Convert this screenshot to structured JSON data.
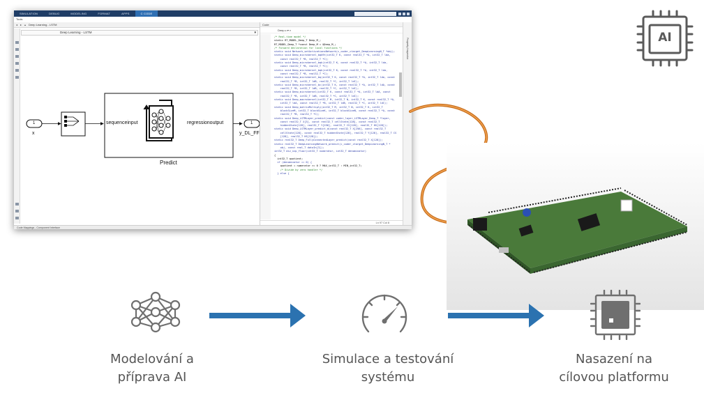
{
  "ribbon": {
    "tabs": [
      "SIMULATION",
      "DEBUG",
      "MODELING",
      "FORMAT",
      "APPS",
      "C CODE"
    ]
  },
  "model": {
    "window_label": "Tools",
    "breadcrumb": "Deep Learning - LSTM",
    "path": "Deep Learning - LSTM",
    "inport": {
      "number": "1",
      "signal": "x"
    },
    "subsystem": {
      "port_in": "sequenceinput",
      "port_out": "regressionoutput",
      "name": "Predict"
    },
    "outport": {
      "number": "1",
      "signal": "y_DL_FFN"
    }
  },
  "code_view": {
    "title": "Code",
    "file_selector": "Deep.c",
    "status": "Ln 97   Col 8",
    "side_panel_label": "Property Inspector",
    "lines": [
      {
        "t": "/* Real-time model */",
        "c": "cm"
      },
      {
        "t": "static RT_MODEL_Deep_T Deep_M_;",
        "c": ""
      },
      {
        "t": "RT_MODEL_Deep_T *const Deep_M = &Deep_M_;",
        "c": ""
      },
      {
        "t": "",
        "c": ""
      },
      {
        "t": "/* Forward declaration for local functions */",
        "c": "cm"
      },
      {
        "t": "static void Network_setActivationsNetwork(c_coder_ctarget_DeepLearningN_T *obj);",
        "c": "kw"
      },
      {
        "t": "static void Deep_microkernel_bqk9t(int32_T K, const real32_T *A, int32_T lda,",
        "c": "kw"
      },
      {
        "t": "    const real32_T *B, real32_T *C);",
        "c": "kw"
      },
      {
        "t": "static void Deep_microkernel_bqk(int32_T K, const real32_T *A, int32_T lda,",
        "c": "kw"
      },
      {
        "t": "    const real32_T *B, real32_T *C);",
        "c": "kw"
      },
      {
        "t": "static void Deep_microkernel_bqk(int32_T K, const real32_T *A, int32_T lda,",
        "c": "kw"
      },
      {
        "t": "    const real32_T *B, real32_T *C);",
        "c": "kw"
      },
      {
        "t": "static void Deep_microkernel_bq(int32_T K, const real32_T *A, int32_T lda, const",
        "c": "kw"
      },
      {
        "t": "    real32_T *B, int32_T ldB, real32_T *C, int32_T ldC);",
        "c": "kw"
      },
      {
        "t": "static void Deep_microkernel_bc(int32_T K, const real32_T *A, int32_T ldA, const",
        "c": "kw"
      },
      {
        "t": "    real32_T *B, int32_T ldB, real32_T *C, int32_T ldC);",
        "c": "kw"
      },
      {
        "t": "static void Deep_microkernel(int32_T K, const real32_T *A, int32_T ldA, const",
        "c": "kw"
      },
      {
        "t": "    real32_T *B, int32_T ldB, real32_T *C, int32_T ldC);",
        "c": "kw"
      },
      {
        "t": "static void Deep_macrokernel(int32_T M, int32_T N, int32_T K, const real32_T *A,",
        "c": "kw"
      },
      {
        "t": "    int32_T ldA, const real32_T *B, int32_T ldB, real32_T *C, int32_T ldC);",
        "c": "kw"
      },
      {
        "t": "static void Deep_matrixMultiply(int32_T M, int32_T N, int32_T K, int32_T",
        "c": "kw"
      },
      {
        "t": "    blockSizeM, int32_T blockSizeK, int32_T blockSizeN, const real32_T *A, const",
        "c": "kw"
      },
      {
        "t": "    real32_T *B, real32_T *C);",
        "c": "kw"
      },
      {
        "t": "static void Deep_LSTMLayer_predict(const coder_layer_LSTMLayer_Deep_T *layer,",
        "c": "kw"
      },
      {
        "t": "    const real32_T X[3], const real32_T cellState[128], const real32_T",
        "c": "kw"
      },
      {
        "t": "    hiddenState[128], real32_T Y[256], real32_T CS[128], real32_T HS[128]);",
        "c": "kw"
      },
      {
        "t": "static void Deep_LSTMLayer_predict_d(const real32_T X[256], const real32_T",
        "c": "kw"
      },
      {
        "t": "    cellState[128], const real32_T hiddenState[128], real32_T Y[128], real32_T CS",
        "c": "kw"
      },
      {
        "t": "    [128], real32_T HS[128]);",
        "c": "kw"
      },
      {
        "t": "static real32_T Deep_FullyConnectedLayer_predict(const real32_T X[128]);",
        "c": "kw"
      },
      {
        "t": "static real32_T DeepLearningNetwork_predict(c_coder_ctarget_DeepLearningN_T *",
        "c": "kw"
      },
      {
        "t": "    obj, const real_T dataIn[3]);",
        "c": "kw"
      },
      {
        "t": "int32_T div_nzp_floor(int32_T numerator, int32_T denominator)",
        "c": "kw"
      },
      {
        "t": "{",
        "c": ""
      },
      {
        "t": "  int32_T quotient;",
        "c": ""
      },
      {
        "t": "  if (denominator == 0) {",
        "c": "kw"
      },
      {
        "t": "    quotient = numerator >= 0 ? MAX_int32_T : MIN_int32_T;",
        "c": ""
      },
      {
        "t": "",
        "c": ""
      },
      {
        "t": "    /* Divide by zero handler */",
        "c": "cm"
      },
      {
        "t": "  } else {",
        "c": "kw"
      }
    ]
  },
  "status_bar": "Code Mappings - Component Interface",
  "ai_chip_label": "AI",
  "steps": [
    {
      "label_line1": "Modelování a",
      "label_line2": "příprava AI"
    },
    {
      "label_line1": "Simulace a testování",
      "label_line2": "systému"
    },
    {
      "label_line1": "Nasazení na",
      "label_line2": "cílovou platformu"
    }
  ],
  "colors": {
    "ribbon": "#1f3d66",
    "ribbon_active": "#2f6fb3",
    "arrow": "#2b72b0",
    "icon_gray": "#6f6f6f",
    "label_gray": "#555555",
    "cable": "#e08a2c"
  }
}
